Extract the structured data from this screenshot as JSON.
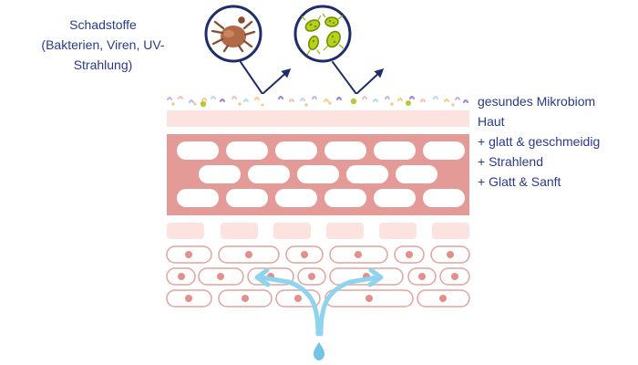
{
  "threats": {
    "title": "Schadstoffe",
    "subtitle": "(Bakterien, Viren, UV-Strahlung)"
  },
  "layers": {
    "microbiome": "gesundes Mikrobiom",
    "skin": "Haut"
  },
  "benefits": [
    "+ glatt & geschmeidig",
    "+ Strahlend",
    "+ Glatt & Sanft"
  ],
  "icons": {
    "mite": "mite-icon",
    "bacteria": "bacteria-icon",
    "arrows": "arrow-up-right-icon",
    "drop": "water-drop-icon",
    "split_arrow": "split-arrow-icon"
  },
  "colors": {
    "navy": "#1f2d6b",
    "text": "#2a3a8f",
    "cell_fill": "#e49a96",
    "cell_outline": "#e3a39f",
    "nucleus": "#e48f8b",
    "light_skin": "#fde3df",
    "water": "#8fd4ee"
  }
}
